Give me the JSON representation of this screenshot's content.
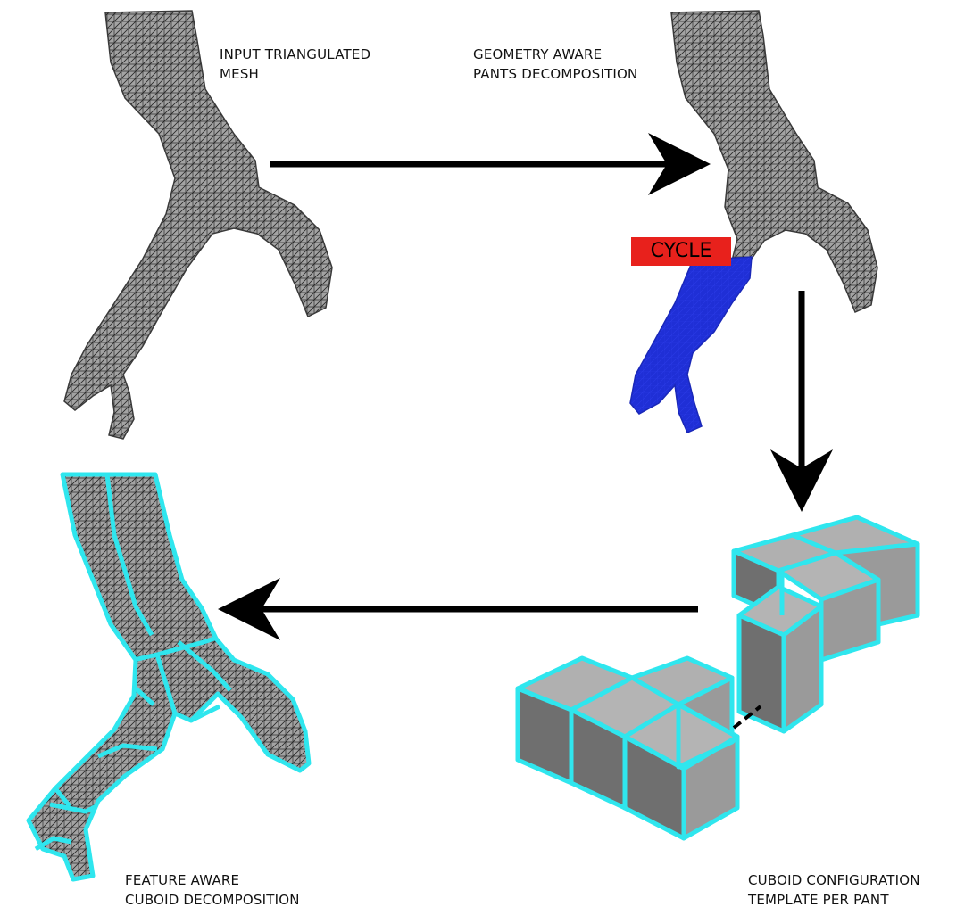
{
  "captions": {
    "input_mesh": [
      "INPUT TRIANGULATED",
      "MESH"
    ],
    "pants_decomposition": [
      "GEOMETRY AWARE",
      "PANTS DECOMPOSITION"
    ],
    "feature_decomposition": [
      "FEATURE AWARE",
      "CUBOID DECOMPOSITION"
    ],
    "cuboid_template": [
      "CUBOID CONFIGURATION",
      "TEMPLATE PER PANT"
    ]
  },
  "cycle_label": "CYCLE",
  "colors": {
    "mesh_fill": "#8f8f8f",
    "mesh_edge": "#2b2b2b",
    "pant_highlight": "#1f2fd6",
    "cycle_badge": "#e8211c",
    "cuboid_outline": "#2fe6ee",
    "cuboid_face": "#9a9a9a",
    "arrow": "#000000"
  }
}
